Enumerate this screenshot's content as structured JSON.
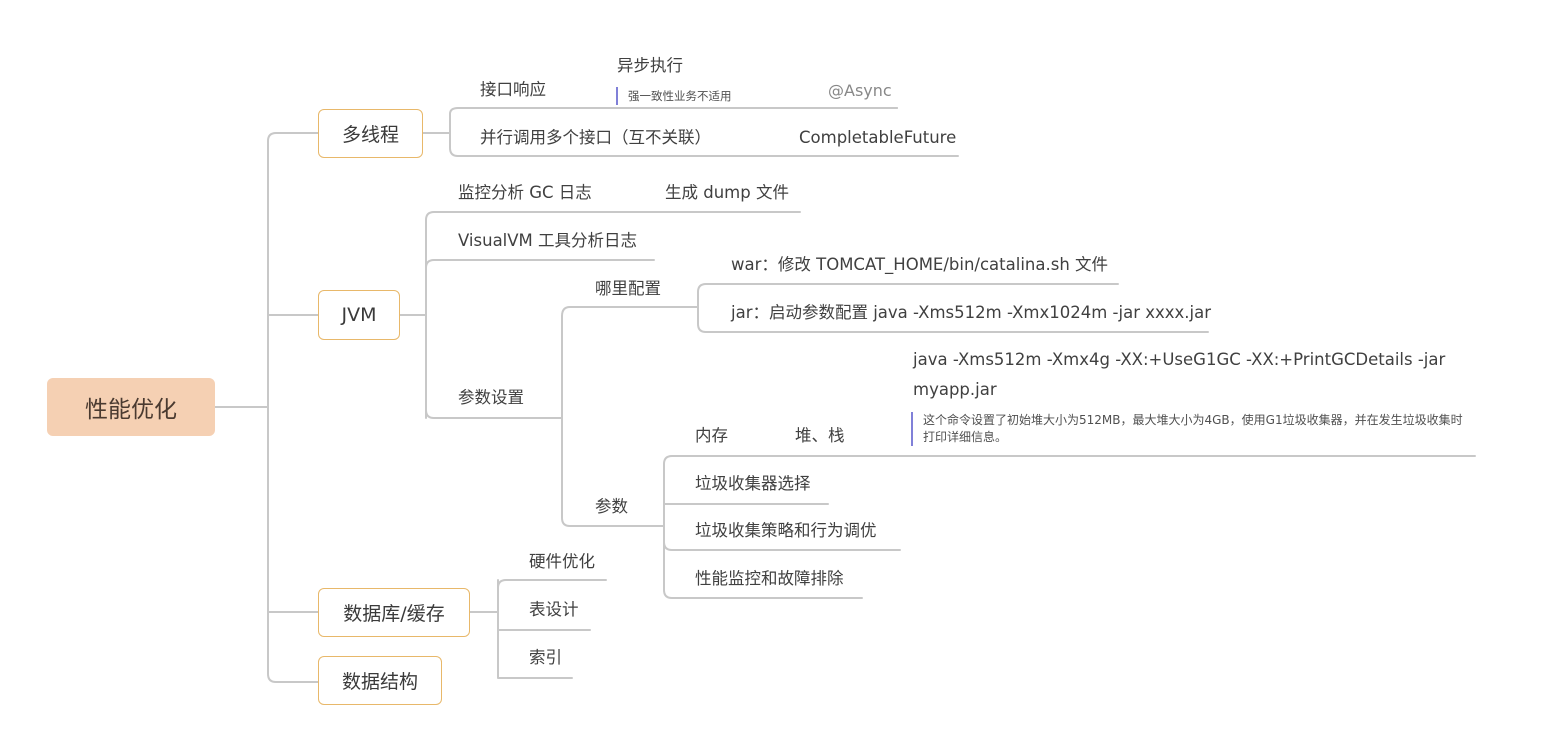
{
  "root": "性能优化",
  "multithread": {
    "label": "多线程",
    "interface_response": "接口响应",
    "async_exec": "异步执行",
    "async_note": "强一致性业务不适用",
    "async_annotation": "@Async",
    "parallel_call": "并行调用多个接口（互不关联）",
    "parallel_annotation": "CompletableFuture"
  },
  "jvm": {
    "label": "JVM",
    "gc_log": "监控分析 GC 日志",
    "dump": "生成 dump 文件",
    "visualvm": "VisualVM 工具分析日志",
    "param_settings": "参数设置",
    "where_config": "哪里配置",
    "war_config": "war：修改 TOMCAT_HOME/bin/catalina.sh 文件",
    "jar_config": "jar：启动参数配置 java -Xms512m -Xmx1024m -jar xxxx.jar",
    "params": "参数",
    "memory": "内存",
    "heap_stack": "堆、栈",
    "cmd_line1": "java -Xms512m -Xmx4g -XX:+UseG1GC -XX:+PrintGCDetails -jar",
    "cmd_line2": "myapp.jar",
    "cmd_note": "这个命令设置了初始堆大小为512MB，最大堆大小为4GB，使用G1垃圾收集器，并在发生垃圾收集时打印详细信息。",
    "gc_select": "垃圾收集器选择",
    "gc_tuning": "垃圾收集策略和行为调优",
    "perf_monitor": "性能监控和故障排除"
  },
  "database": {
    "label": "数据库/缓存",
    "hardware": "硬件优化",
    "table_design": "表设计",
    "index": "索引"
  },
  "datastructure": {
    "label": "数据结构"
  },
  "colors": {
    "line": "#c8c8c8",
    "box_border": "#e8b86a",
    "root_fill": "#f5d0b3",
    "note_bar": "#8080d8"
  }
}
